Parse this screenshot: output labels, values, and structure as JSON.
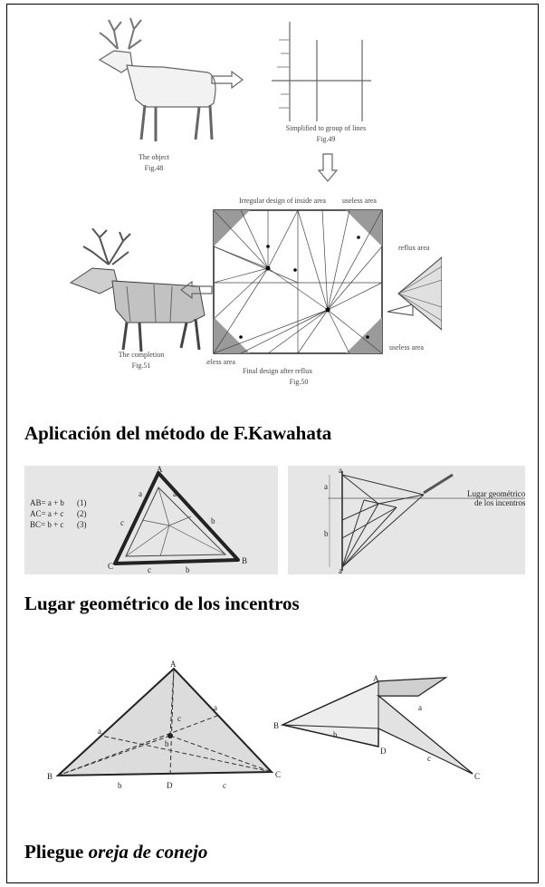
{
  "section1": {
    "fig48_caption": [
      "The object",
      "Fig.48"
    ],
    "fig49_caption": [
      "Simplified to group of lines",
      "Fig.49"
    ],
    "fig51_caption": [
      "The completion",
      "Fig.51"
    ],
    "fig50_caption": "Fig.50",
    "annot": {
      "regular": "Irregular design of inside area",
      "useless_top": "useless area",
      "reflux": "reflux area",
      "useless_br": "useless area",
      "useless_bl": "useless area",
      "final": "Final design after reflux"
    },
    "heading": "Aplicación del método de F.Kawahata"
  },
  "section2": {
    "equations": [
      "AB= a + b",
      "AC= a + c",
      "BC= b + c"
    ],
    "eq_marks": [
      "(1)",
      "(2)",
      "(3)"
    ],
    "vertices": [
      "A",
      "B",
      "C"
    ],
    "sides": [
      "a",
      "a",
      "b",
      "b",
      "c",
      "c"
    ],
    "right_labels": [
      "a",
      "a",
      "a",
      "b"
    ],
    "right_note": [
      "Lugar geométrico",
      "de los incentros"
    ],
    "heading": "Lugar geométrico de los incentros"
  },
  "section3": {
    "left_labels": {
      "A": "A",
      "B": "B",
      "C": "C",
      "D": "D",
      "a1": "a",
      "a2": "a",
      "b1": "b",
      "b2": "b",
      "c1": "c",
      "c2": "c"
    },
    "right_labels": {
      "A": "A",
      "B": "B",
      "C": "C",
      "D": "D",
      "b": "b",
      "c": "c",
      "a": "a"
    },
    "heading_plain": "Pliegue ",
    "heading_italic": "oreja de conejo"
  }
}
